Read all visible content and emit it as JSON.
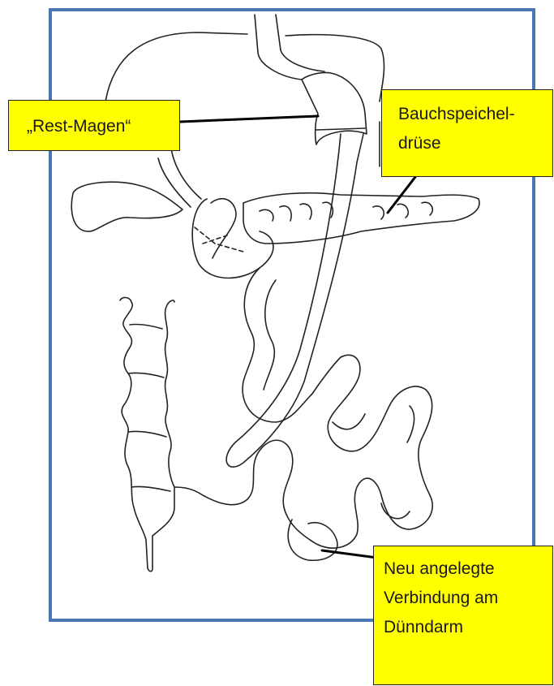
{
  "labels": {
    "rest_magen": "„Rest-Magen“",
    "pankreas_line1": "Bauchspeichel-",
    "pankreas_line2": "drüse",
    "verbindung_line1": "Neu angelegte",
    "verbindung_line2": "Verbindung am",
    "verbindung_line3": "Dünndarm"
  },
  "colors": {
    "frame": "#4a78b5",
    "callout_fill": "#ffff00",
    "line": "#000000"
  }
}
